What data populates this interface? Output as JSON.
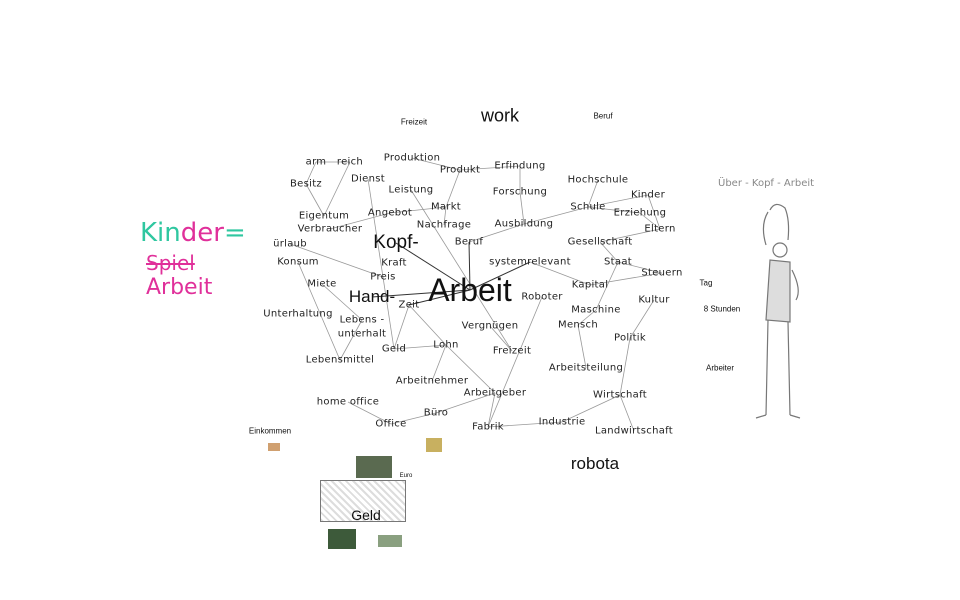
{
  "printed": {
    "freizeit": "Freizeit",
    "work": "work",
    "beruf": "Beruf",
    "kopf": "Kopf-",
    "hand": "Hand-",
    "arbeit": "Arbeit",
    "robota": "robota",
    "tag": "Tag",
    "stunden": "8 Stunden",
    "arbeiter": "Arbeiter",
    "einkommen": "Einkommen",
    "geld": "Geld",
    "euro": "Euro"
  },
  "handwritten": [
    "arm",
    "reich",
    "Besitz",
    "Dienst",
    "Produktion",
    "Produkt",
    "Erfindung",
    "Leistung",
    "Markt",
    "Forschung",
    "Angebot",
    "Eigentum",
    "Nachfrage",
    "Ausbildung",
    "Verbraucher",
    "Beruf",
    "ürlaub",
    "Konsum",
    "systemrelevant",
    "Kraft",
    "Preis",
    "Miete",
    "Zeit",
    "Roboter",
    "Kapital",
    "Unterhaltung",
    "Lebens -",
    "unterhalt",
    "Vergnügen",
    "Mensch",
    "Geld",
    "Lohn",
    "Freizeit",
    "Lebensmittel",
    "Arbeitnehmer",
    "Arbeitsteilung",
    "Arbeitgeber",
    "home office",
    "Büro",
    "Office",
    "Fabrik",
    "Industrie",
    "Wirtschaft",
    "Landwirtschaft",
    "Hochschule",
    "Schule",
    "Kinder",
    "Erziehung",
    "Eltern",
    "Gesellschaft",
    "Staat",
    "Steuern",
    "Maschine",
    "Kultur",
    "Politik"
  ],
  "kinderspiel": {
    "kin": "Kin",
    "der": "der",
    "eq": "=",
    "spiel": "Spiel",
    "arbeit": "Arbeit"
  },
  "figure_title": "Über - Kopf - Arbeit"
}
